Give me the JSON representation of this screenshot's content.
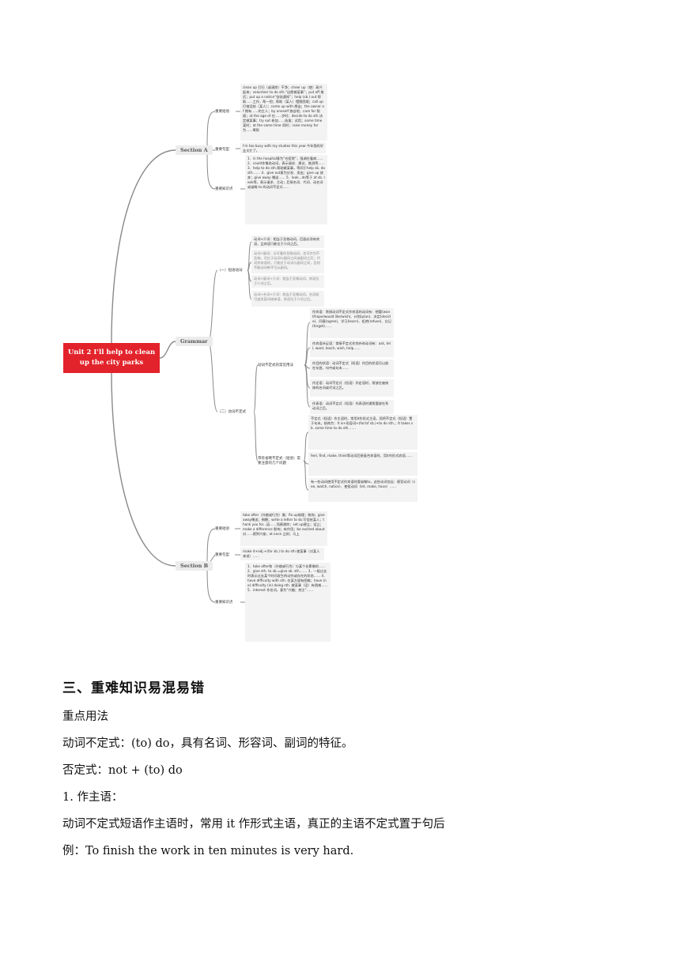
{
  "mindmap": {
    "root": "Unit 2 I'll help to clean up the city parks",
    "section_a": {
      "label": "Section A",
      "subs": [
        "重要短语",
        "重要句型",
        "重要知识点"
      ],
      "notes": [
        "clean up 打扫（或清除）干净；cheer up（使）高兴起来；volunteer to do sth.“自愿做某事”；put off 推迟；put up a notice“张贴通知”；help (sb.) out 帮助……工作，帮一把；帮助（某人）摆脱困境；call up 打电话给（某人）；come up with 想出；the owner of 拥有……的主人；by oneself 独自地；care for 照顾；at the age of 在……岁时；decide to do sth.决定做某事；try out 参加……选拔；试用；some time 某时；at the same time 同时；raise money for 为……筹款",
        "I'm too busy with my studies this year.今年我的学业太忙了。",
        "1．in the hospital意为“在医院”，强调在看病……\n2．could作情态动词，表示请求、建议、推测等……\n3．help to do sth.帮助做某事，等同于help sb. do sth.……\n4．give out意为分发、发出；give up 放弃；give away 赠送……\n5．look...do等于 at sb. look等，表示请求、主动；后接名词、代词、动名词或省略 to 的动词不定式……"
      ]
    },
    "grammar": {
      "label": "Grammar",
      "subs": [
        "（一）短语动词",
        "（二）动词不定式",
        "动词不定式的常见用法",
        "带有省略不定式（短语）常要注意的几个问题"
      ],
      "notes": [
        "动词+介词：相当于及物动词，后面必须有宾语，且宾语只能位于介词之后。",
        "动词+副词：分可看作及物动词，也可作为不及物，可位于动词与副词之间或副词之后；代词作宾语时，只能位于动词与副词之间，否则不能动词带不可从副词。",
        "动词+副词+介词：相当于及物动词，宾语位于介词之后。",
        "动词+名词+介词：相当于及物动词，名词前可加形容词修饰语，宾语位于介词之后。",
        "作宾语：常接动词不定式作宾语的动词有：想要(want/hope/would like/wish)、计划(plan)、决定(decide)、同意(agree)、学习(learn)、拒绝(refuse)、忘记(forget)……",
        "作宾语补足语：常接不定式作宾补的动词有：ask, tell, want, teach, wish, help……",
        "作目的状语：动词不定式（短语）作目的状语可以放在句首，句中或句末……",
        "作定语：动词不定式（短语）作定语时，常放在被修饰的名词或代词之后。",
        "作表语：动词不定式（短语）作表语时通常要放在系动词之后。",
        "不定式（短语）作主语时，常用it作形式主语，而将不定式（短语）置于句末。结构为：It is+形容词+(for/of sb.)+to do sth.；It takes sb. some time to do sth.……",
        "feel, find, make, think等动词后接复合宾语时，用it作形式宾语……",
        "有一些动词使用不定式作宾语时要省略to，这些动词包括：感官动词（see, watch, notice）、使役动词（let, make, have）……"
      ]
    },
    "section_b": {
      "label": "Section B",
      "subs": [
        "重要短语",
        "重要句型",
        "重要知识点"
      ],
      "notes": [
        "take after（外貌或行为）像；fix up修理；装饰；give away赠送；捐赠；write a letter to sb.写信给某人；thank you for...因……而感谢你；set up建立；设立；make a difference 影响；有作用；be excited about 对……感到兴奋；at once 立刻；马上",
        "make it+adj.+(for sb.) to do sth.使某事（对某人来说）……",
        "1．take after和（外貌或行为）与某个长辈像的……\n2．give sth. to sb.=give sb. sth.……\n3．一般过去时表示过去某个时间发生的动作或存在的状态……\n4．have difficulty with sth. 在某方面有困难；have (no) difficulty (in) doing sth. 做某事（没）有困难……\n5．interest 作名词，意为“兴趣；关注”……"
      ]
    }
  },
  "content": {
    "heading": "三、重难知识易混易错",
    "lines": [
      "重点用法",
      "动词不定式：(to) do，具有名词、形容词、副词的特征。",
      "否定式：not + (to) do",
      "1. 作主语：",
      "动词不定式短语作主语时，常用 it 作形式主语，真正的主语不定式置于句后",
      "例：To finish the work in ten minutes is very hard."
    ]
  }
}
